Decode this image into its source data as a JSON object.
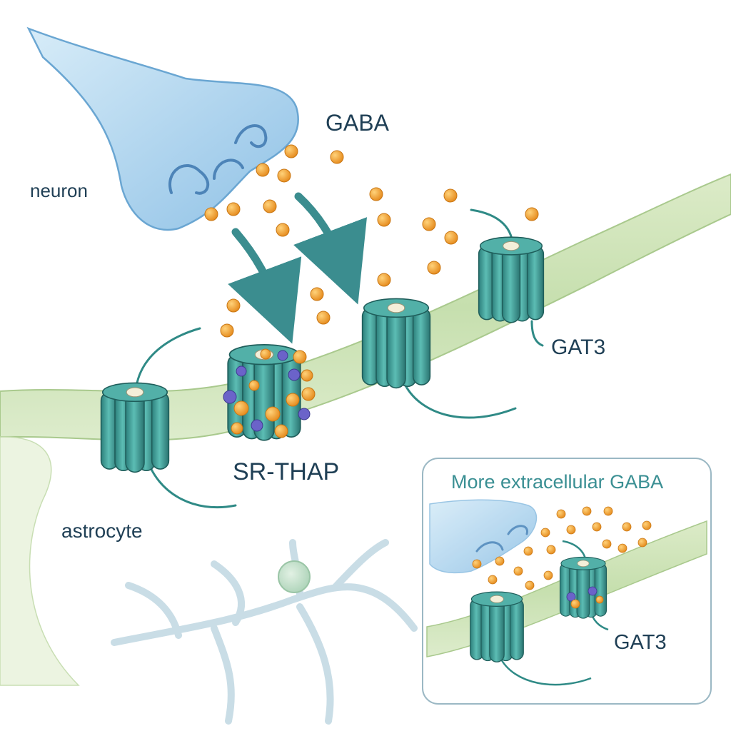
{
  "labels": {
    "gaba": "GABA",
    "neuron": "neuron",
    "gat3": "GAT3",
    "sr_thap": "SR-THAP",
    "astrocyte": "astrocyte"
  },
  "inset": {
    "title": "More extracellular GABA",
    "gat3": "GAT3"
  },
  "colors": {
    "neuron": "#a9d3ee",
    "membrane": "#cfe3b8",
    "transporter": "#3f9e98",
    "gaba_molecule": "#f0a033",
    "arrow": "#3b8d8f",
    "inset_border": "#9bb8c4"
  }
}
